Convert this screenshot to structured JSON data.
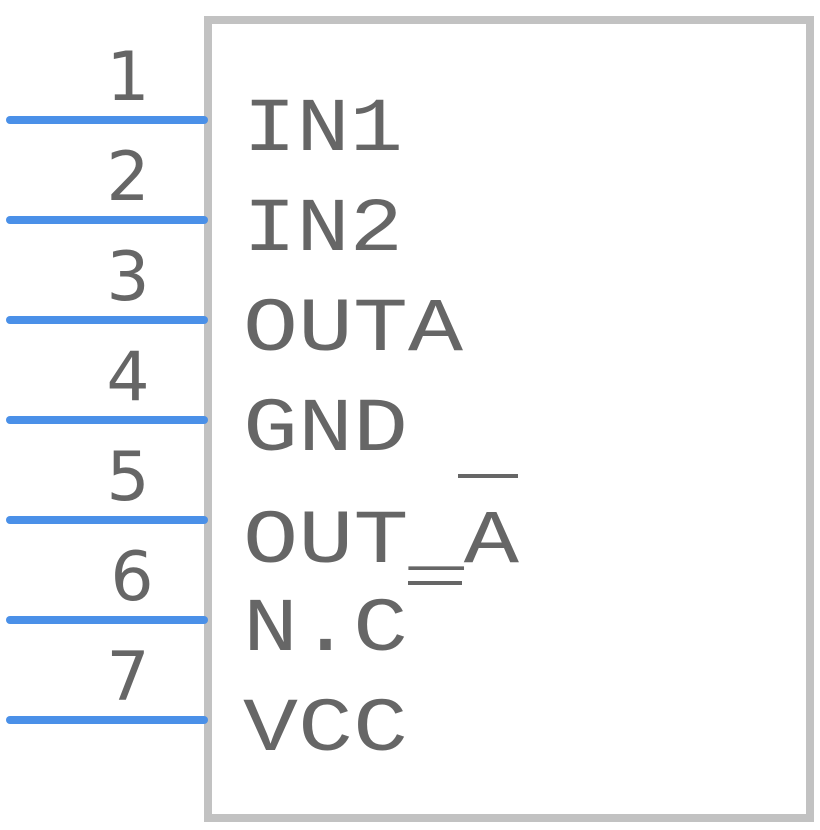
{
  "component": {
    "outline_color": "#c2c2c2",
    "pin_color": "#4a90e8",
    "text_color": "#666666",
    "pins": [
      {
        "number": "1",
        "label": "IN1"
      },
      {
        "number": "2",
        "label": "IN2"
      },
      {
        "number": "3",
        "label": "OUTA"
      },
      {
        "number": "4",
        "label": "GND"
      },
      {
        "number": "5",
        "label": "OUT_A"
      },
      {
        "number": "6",
        "label": "N.C"
      },
      {
        "number": "7",
        "label": "VCC"
      }
    ]
  }
}
